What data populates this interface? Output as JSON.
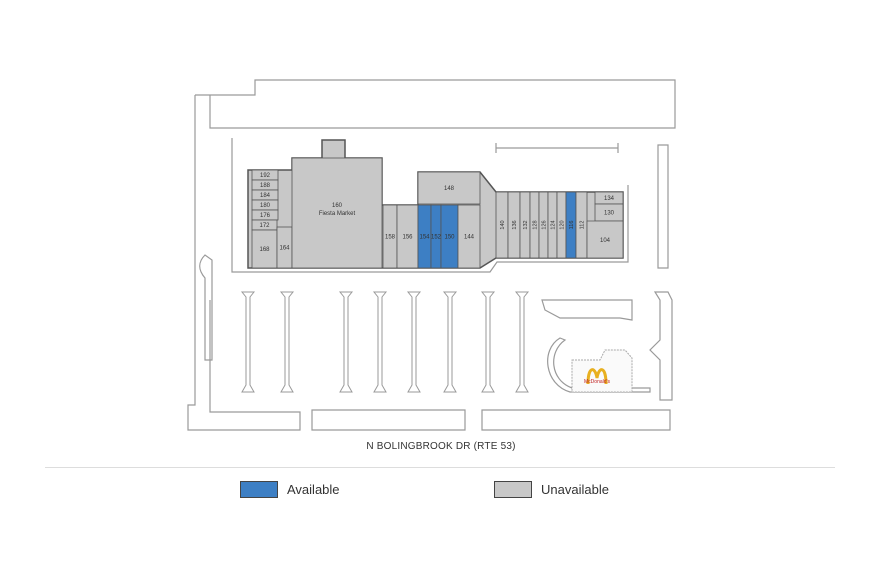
{
  "colors": {
    "available": "#3d7fc4",
    "unavailable": "#c8c8c8",
    "outline": "#555555",
    "road_outline": "#9a9a9a"
  },
  "units": [
    {
      "label": "192",
      "status": "unavailable"
    },
    {
      "label": "188",
      "status": "unavailable"
    },
    {
      "label": "184",
      "status": "unavailable"
    },
    {
      "label": "180",
      "status": "unavailable"
    },
    {
      "label": "176",
      "status": "unavailable"
    },
    {
      "label": "172",
      "status": "unavailable"
    },
    {
      "label": "168",
      "status": "unavailable"
    },
    {
      "label": "164",
      "status": "unavailable"
    },
    {
      "label": "160",
      "sublabel": "Fiesta Market",
      "status": "unavailable"
    },
    {
      "label": "158",
      "status": "unavailable"
    },
    {
      "label": "156",
      "status": "unavailable"
    },
    {
      "label": "154",
      "status": "available"
    },
    {
      "label": "152",
      "status": "available"
    },
    {
      "label": "150",
      "status": "available"
    },
    {
      "label": "148",
      "status": "unavailable"
    },
    {
      "label": "144",
      "status": "unavailable"
    },
    {
      "label": "140",
      "status": "unavailable"
    },
    {
      "label": "136",
      "status": "unavailable"
    },
    {
      "label": "132",
      "status": "unavailable"
    },
    {
      "label": "128",
      "status": "unavailable"
    },
    {
      "label": "126",
      "status": "unavailable"
    },
    {
      "label": "124",
      "status": "unavailable"
    },
    {
      "label": "120",
      "status": "unavailable"
    },
    {
      "label": "116",
      "status": "available"
    },
    {
      "label": "112",
      "status": "unavailable"
    },
    {
      "label": "134",
      "status": "unavailable"
    },
    {
      "label": "130",
      "status": "unavailable"
    },
    {
      "label": "104",
      "status": "unavailable"
    }
  ],
  "outparcel": {
    "logo_text": "McDonald's"
  },
  "road_label": "N BOLINGBROOK DR (RTE 53)",
  "legend": [
    {
      "label": "Available",
      "status": "available"
    },
    {
      "label": "Unavailable",
      "status": "unavailable"
    }
  ]
}
